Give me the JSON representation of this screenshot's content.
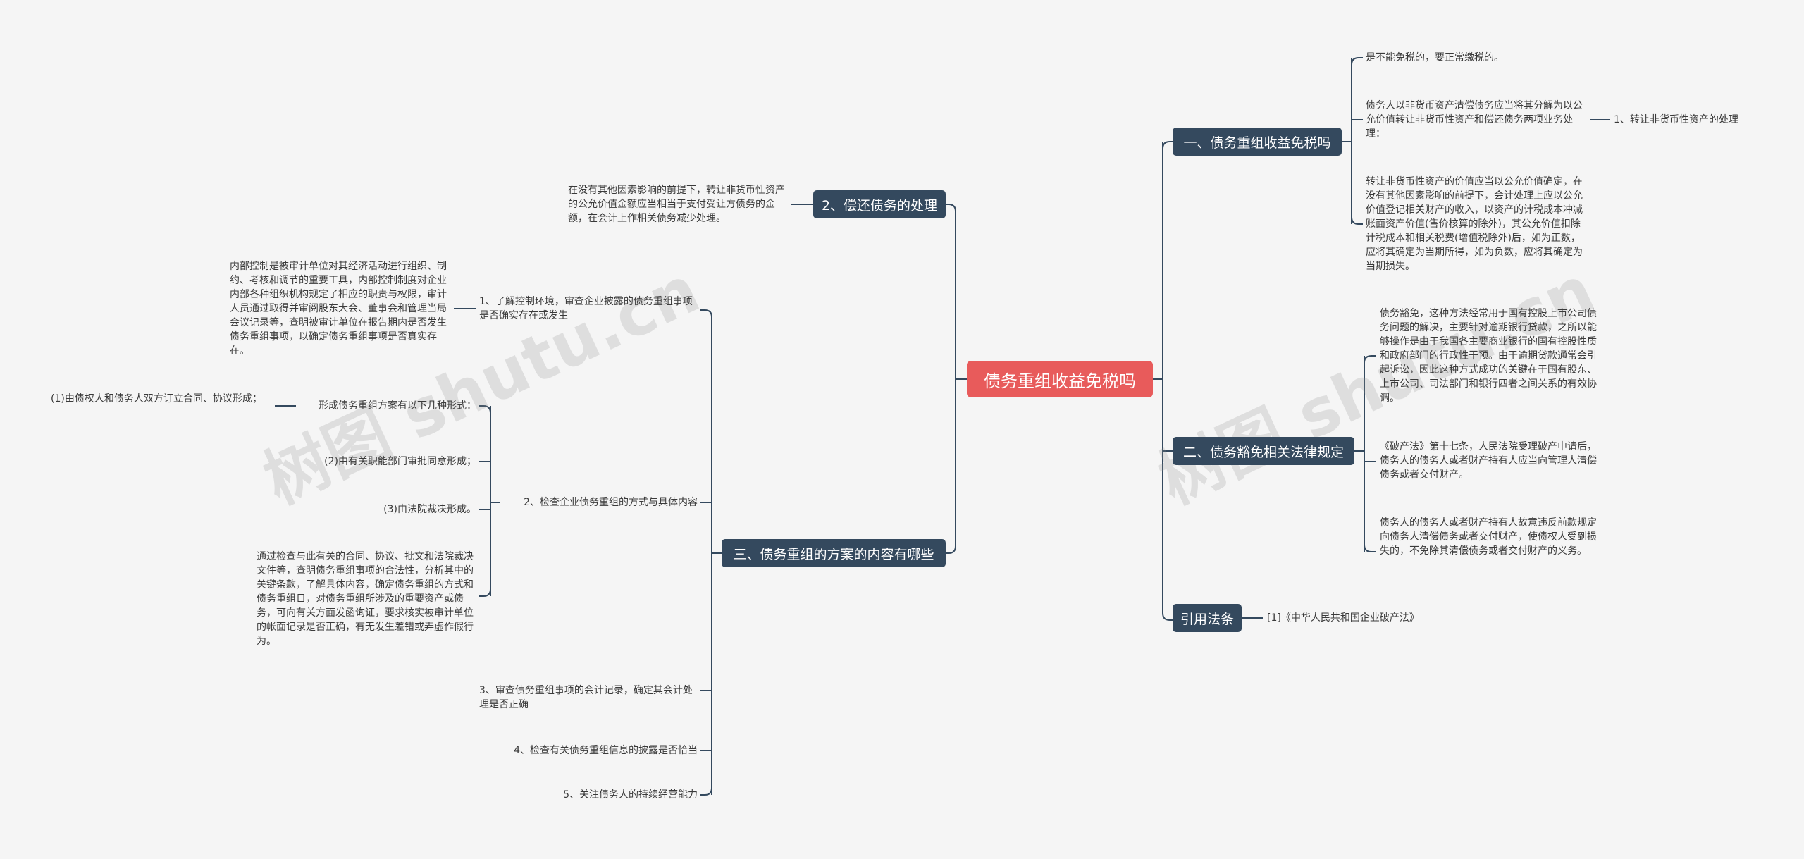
{
  "watermark": "树图 shutu.cn",
  "root": "债务重组收益免税吗",
  "branches": {
    "b1": "一、债务重组收益免税吗",
    "b2": "二、债务豁免相关法律规定",
    "b3": "引用法条",
    "b4": "2、偿还债务的处理",
    "b5": "三、债务重组的方案的内容有哪些"
  },
  "leaves": {
    "r1": "是不能免税的，要正常缴税的。",
    "r2": "债务人以非货币资产清偿债务应当将其分解为以公允价值转让非货币性资产和偿还债务两项业务处理：",
    "r2a": "1、转让非货币性资产的处理",
    "r3": "转让非货币性资产的价值应当以公允价值确定，在没有其他因素影响的前提下，会计处理上应以公允价值登记相关财产的收入，以资产的计税成本冲减账面资产价值(售价核算的除外)，其公允价值扣除计税成本和相关税费(增值税除外)后，如为正数，应将其确定为当期所得，如为负数，应将其确定为当期损失。",
    "r4": "债务豁免，这种方法经常用于国有控股上市公司债务问题的解决，主要针对逾期银行贷款，之所以能够操作是由于我国各主要商业银行的国有控股性质和政府部门的行政性干预。由于逾期贷款通常会引起诉讼，因此这种方式成功的关键在于国有股东、上市公司、司法部门和银行四者之间关系的有效协调。",
    "r5": "《破产法》第十七条，人民法院受理破产申请后，债务人的债务人或者财产持有人应当向管理人清偿债务或者交付财产。",
    "r6": "债务人的债务人或者财产持有人故意违反前款规定向债务人清偿债务或者交付财产，使债权人受到损失的，不免除其清偿债务或者交付财产的义务。",
    "r7": "[1]《中华人民共和国企业破产法》",
    "l1": "在没有其他因素影响的前提下，转让非货币性资产的公允价值金额应当相当于支付受让方债务的金额，在会计上作相关债务减少处理。",
    "l2": "1、了解控制环境，审查企业披露的债务重组事项是否确实存在或发生",
    "l2a": "内部控制是被审计单位对其经济活动进行组织、制约、考核和调节的重要工具，内部控制制度对企业内部各种组织机构规定了相应的职责与权限，审计人员通过取得并审阅股东大会、董事会和管理当局会议记录等，查明被审计单位在报告期内是否发生债务重组事项，以确定债务重组事项是否真实存在。",
    "l3": "2、检查企业债务重组的方式与具体内容",
    "l3a": "形成债务重组方案有以下几种形式：",
    "l3a1": "(1)由债权人和债务人双方订立合同、协议形成；",
    "l3b": "(2)由有关职能部门审批同意形成；",
    "l3c": "(3)由法院裁决形成。",
    "l3d": "通过检查与此有关的合同、协议、批文和法院裁决文件等，查明债务重组事项的合法性，分析其中的关键条款，了解具体内容，确定债务重组的方式和债务重组日，对债务重组所涉及的重要资产或债务，可向有关方面发函询证，要求核实被审计单位的帐面记录是否正确，有无发生差错或弄虚作假行为。",
    "l4": "3、审查债务重组事项的会计记录，确定其会计处理是否正确",
    "l5": "4、检查有关债务重组信息的披露是否恰当",
    "l6": "5、关注债务人的持续经营能力"
  }
}
